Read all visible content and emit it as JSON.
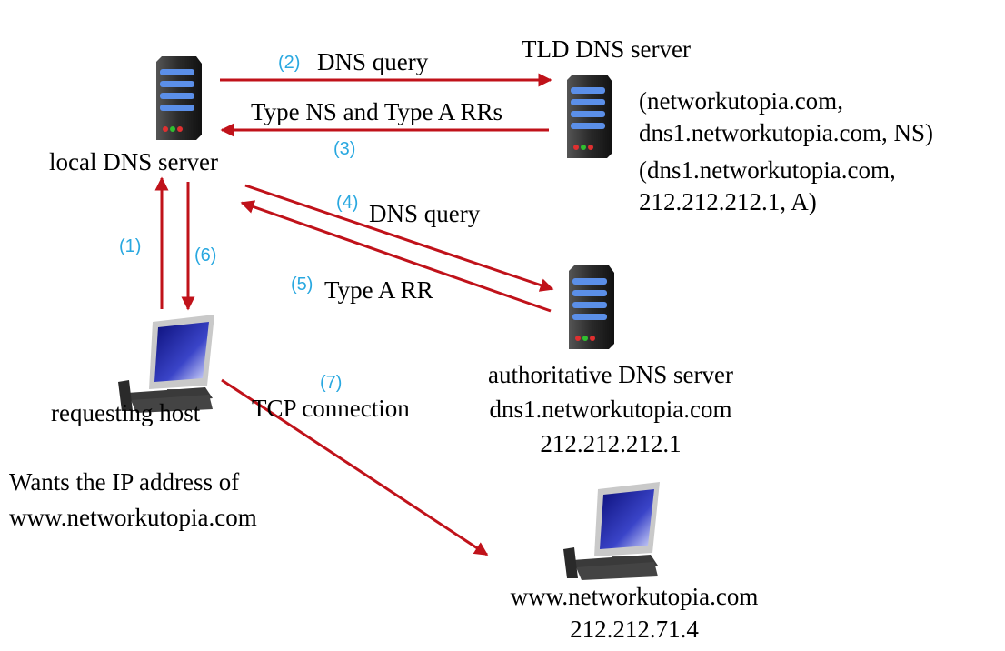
{
  "nodes": {
    "local_dns": {
      "label": "local DNS server"
    },
    "tld_dns": {
      "label": "TLD DNS server",
      "records": [
        "(networkutopia.com,",
        "dns1.networkutopia.com, NS)",
        "(dns1.networkutopia.com,",
        "212.212.212.1, A)"
      ]
    },
    "auth_dns": {
      "label": "authoritative DNS server",
      "name": "dns1.networkutopia.com",
      "ip": "212.212.212.1"
    },
    "requesting_host": {
      "label": "requesting host",
      "note_line1": "Wants the IP address of",
      "note_line2": "www.networkutopia.com"
    },
    "web_server": {
      "name": "www.networkutopia.com",
      "ip": "212.212.71.4"
    }
  },
  "steps": [
    {
      "num": "(1)"
    },
    {
      "num": "(2)",
      "text": "DNS query"
    },
    {
      "num": "(3)",
      "text": "Type NS and Type A RRs"
    },
    {
      "num": "(4)",
      "text": "DNS query"
    },
    {
      "num": "(5)",
      "text": "Type A RR"
    },
    {
      "num": "(6)"
    },
    {
      "num": "(7)",
      "text": "TCP connection"
    }
  ],
  "colors": {
    "arrow": "#c0121a",
    "step_number": "#29a8e0",
    "server_body": "#2b2b2b",
    "server_light": "#5b8fe8",
    "screen": "#1e2aa0"
  }
}
